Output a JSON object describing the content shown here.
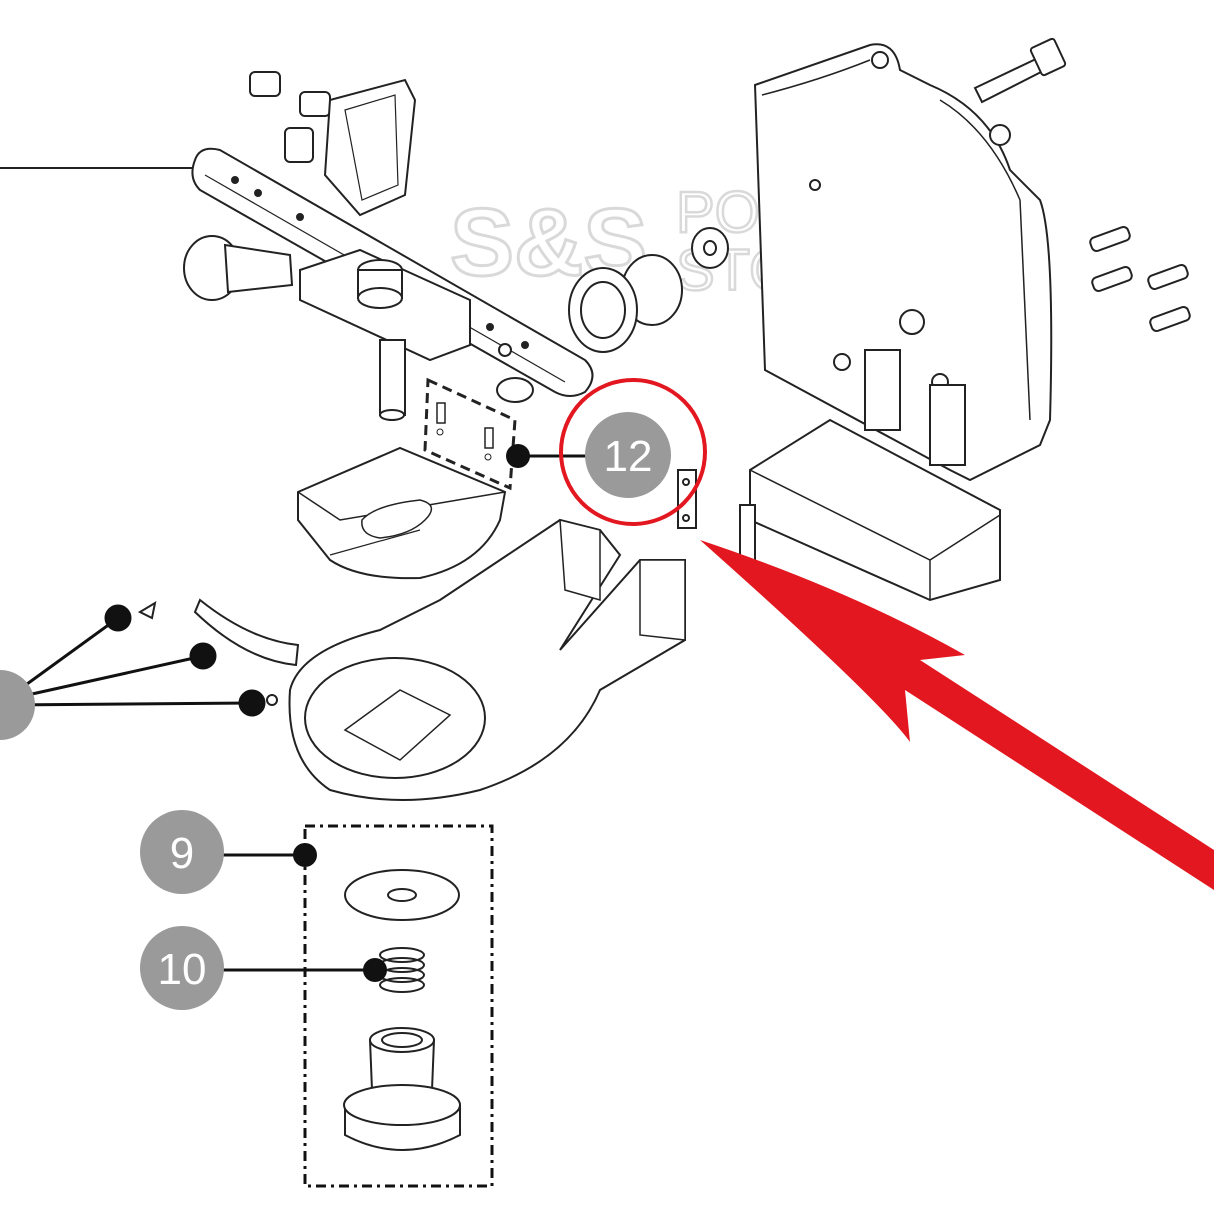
{
  "diagram": {
    "watermark": {
      "logo_text": "S&S",
      "line1": "POWER",
      "line2": "STORE"
    },
    "callouts": [
      {
        "id": "callout-12",
        "label": "12"
      },
      {
        "id": "callout-9",
        "label": "9"
      },
      {
        "id": "callout-10",
        "label": "10"
      }
    ],
    "colors": {
      "line": "#222222",
      "callout_fill": "#9a9a9a",
      "callout_text": "#ffffff",
      "highlight": "#e3171f",
      "watermark": "#d8d8d8"
    }
  }
}
